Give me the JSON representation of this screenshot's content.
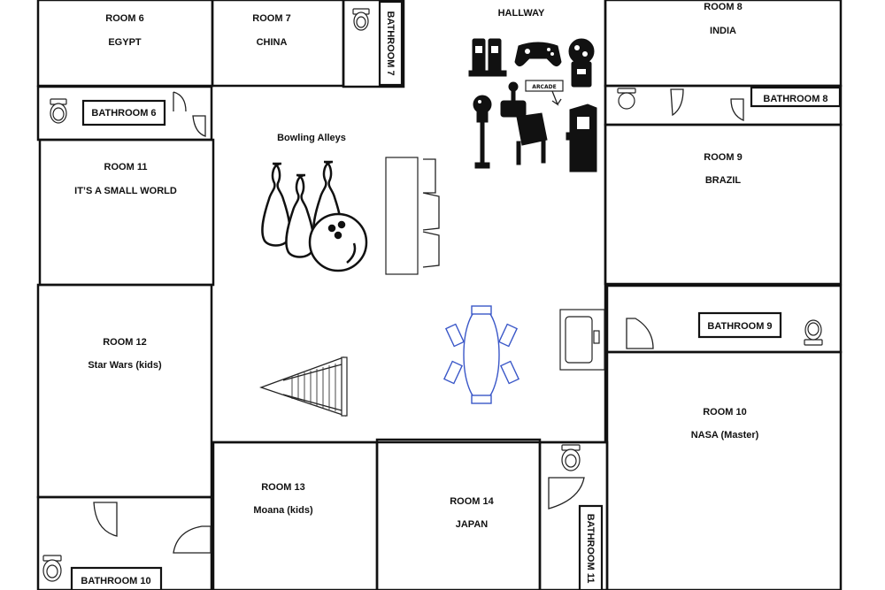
{
  "rooms": {
    "room6": {
      "title": "ROOM 6",
      "name": "EGYPT"
    },
    "room7": {
      "title": "ROOM 7",
      "name": "CHINA"
    },
    "room8": {
      "title": "ROOM 8",
      "name": "INDIA"
    },
    "room9": {
      "title": "ROOM 9",
      "name": "BRAZIL"
    },
    "room10": {
      "title": "ROOM 10",
      "name": "NASA (Master)"
    },
    "room11": {
      "title": "ROOM 11",
      "name": "IT’S A SMALL WORLD"
    },
    "room12": {
      "title": "ROOM 12",
      "name": "Star Wars (kids)"
    },
    "room13": {
      "title": "ROOM 13",
      "name": "Moana (kids)"
    },
    "room14": {
      "title": "ROOM 14",
      "name": "JAPAN"
    }
  },
  "bathrooms": {
    "b6": "BATHROOM 6",
    "b7": "BATHROOM 7",
    "b8": "BATHROOM 8",
    "b9": "BATHROOM 9",
    "b10": "BATHROOM 10",
    "b11": "BATHROOM 11"
  },
  "areas": {
    "hallway": "HALLWAY",
    "bowling": "Bowling Alleys",
    "arcade_sign": "ARCADE"
  }
}
